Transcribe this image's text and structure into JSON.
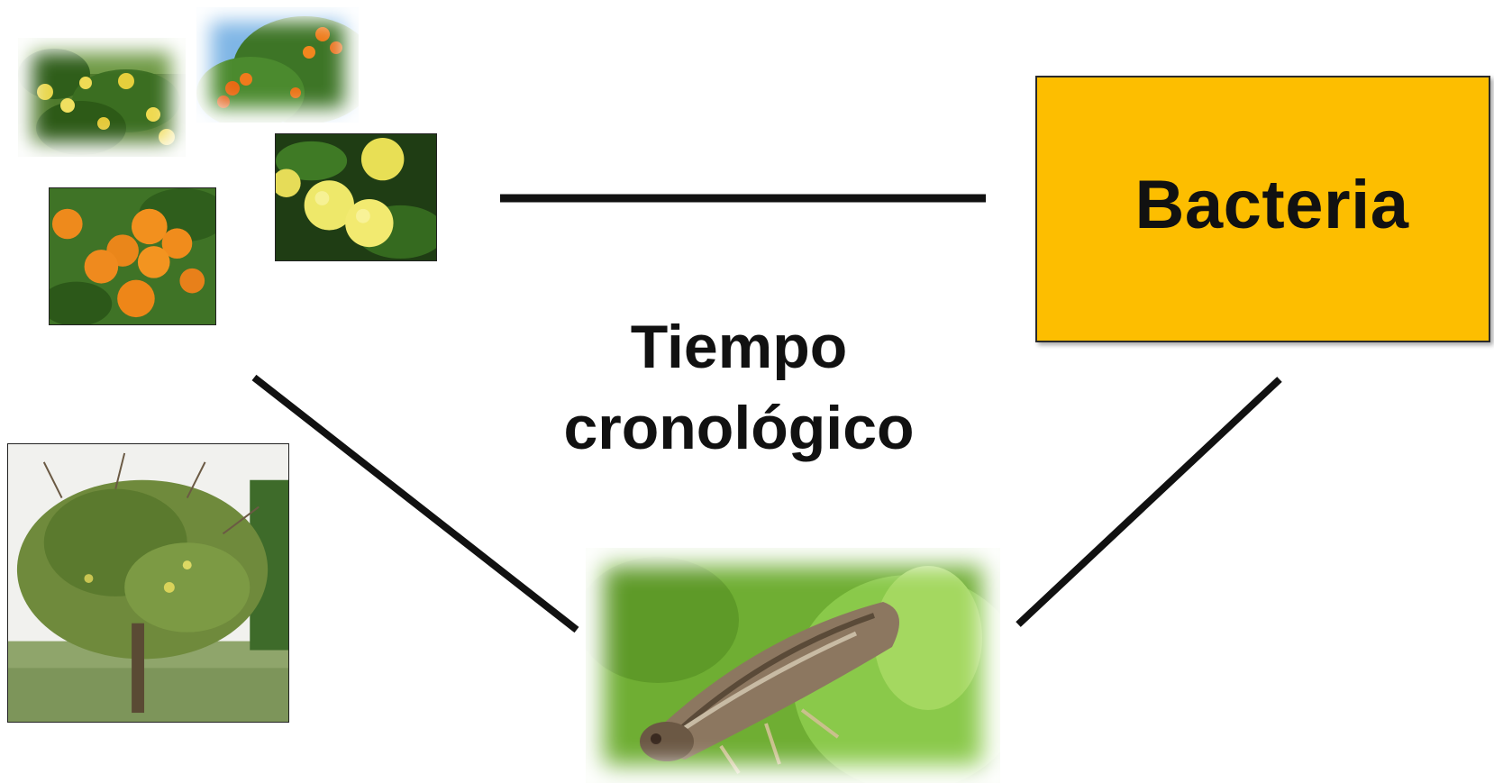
{
  "bacteria": {
    "label": "Bacteria",
    "color": "#FDBE00"
  },
  "center": {
    "line1": "Tiempo",
    "line2": "cronológico"
  },
  "images": {
    "tree_yellow_fruit": "citrus-tree-yellow-fruit",
    "tree_mandarins_sky": "mandarin-branch-blue-sky",
    "oranges_cluster": "orange-cluster",
    "grapefruit_cluster": "yellow-citrus-cluster",
    "sick_tree": "diseased-citrus-tree",
    "insect": "psyllid-insect-on-leaf"
  },
  "colors": {
    "orange": "#F08A1C",
    "yellow": "#EFE25A",
    "leaf": "#3D7A22",
    "line": "#111111"
  }
}
